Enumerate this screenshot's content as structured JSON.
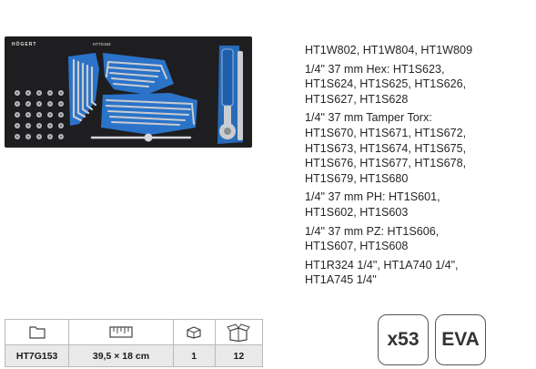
{
  "photo": {
    "brand": "HÖGERT",
    "code": "HT7G153"
  },
  "specs": [
    "HT1W802, HT1W804, HT1W809",
    "1/4\" 37 mm Hex: HT1S623,\nHT1S624, HT1S625, HT1S626,\nHT1S627, HT1S628",
    "1/4\" 37 mm Tamper Torx:\nHT1S670, HT1S671, HT1S672,\nHT1S673, HT1S674, HT1S675,\nHT1S676, HT1S677, HT1S678,\nHT1S679, HT1S680",
    "1/4\" 37 mm PH: HT1S601,\nHT1S602, HT1S603",
    "1/4\" 37 mm PZ: HT1S606,\nHT1S607, HT1S608",
    "HT1R324 1/4\",  HT1A740 1/4\",\nHT1A745 1/4\""
  ],
  "table": {
    "icons": [
      "folder-icon",
      "ruler-icon",
      "box-icon",
      "carton-icon"
    ],
    "values": [
      "HT7G153",
      "39,5 × 18 cm",
      "1",
      "12"
    ]
  },
  "badges": {
    "quantity": "x53",
    "material": "EVA"
  },
  "colors": {
    "tray": "#1e1e20",
    "tool_blue": "#2a73c8",
    "chrome": "#c9ccd1"
  }
}
